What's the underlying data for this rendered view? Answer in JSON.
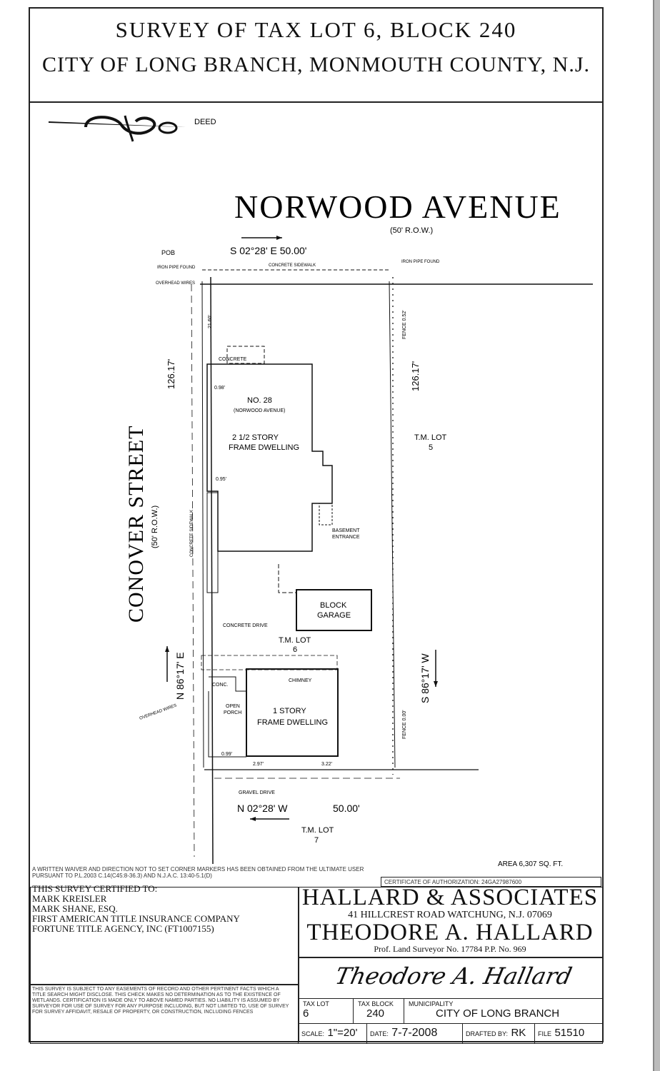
{
  "title": {
    "line1": "SURVEY OF TAX LOT 6, BLOCK 240",
    "line2": "CITY OF LONG BRANCH, MONMOUTH COUNTY, N.J."
  },
  "north_arrow": {
    "label": "DEED"
  },
  "streets": {
    "top": "NORWOOD AVENUE",
    "top_row": "(50' R.O.W.)",
    "left": "CONOVER STREET",
    "left_row": "(50' R.O.W.)"
  },
  "bearings": {
    "top": "S 02°28' E   50.00'",
    "bottom": "N 02°28' W",
    "bottom_dist": "50.00'",
    "left": "N 86°17' E",
    "right": "S 86°17' W",
    "left_dist": "126.17'",
    "right_dist": "126.17'"
  },
  "labels": {
    "pob": "POB",
    "iron_pipe_left": "IRON PIPE FOUND",
    "overhead_wires": "OVERHEAD WIRES",
    "concrete_sidewalk": "CONCRETE SIDEWALK",
    "iron_pipe_right": "IRON PIPE FOUND",
    "concrete": "CONCRETE",
    "dim_2160": "21.60'",
    "dim_098": "0.98'",
    "dim_095": "0.95'",
    "fence_052": "FENCE 0.52'",
    "house_no": "NO. 28",
    "house_street": "(NORWOOD AVENUE)",
    "house_type1": "2 1/2 STORY",
    "house_type2": "FRAME DWELLING",
    "lot5_1": "T.M. LOT",
    "lot5_2": "5",
    "concrete_sidewalk_side": "CONCRETE SIDEWALK",
    "basement1": "BASEMENT",
    "basement2": "ENTRANCE",
    "garage1": "BLOCK",
    "garage2": "GARAGE",
    "concrete_drive": "CONCRETE DRIVE",
    "lot6_1": "T.M. LOT",
    "lot6_2": "6",
    "chimney": "CHIMNEY",
    "conc": "CONC.",
    "open_porch1": "OPEN",
    "open_porch2": "PORCH",
    "small_house1": "1 STORY",
    "small_house2": "FRAME DWELLING",
    "fence_000": "FENCE 0.00'",
    "overhead_wires2": "OVERHEAD WIRES",
    "dim_099": "0.99'",
    "dim_297": "2.97'",
    "dim_322": "3.22'",
    "gravel_drive": "GRAVEL DRIVE",
    "lot7_1": "T.M. LOT",
    "lot7_2": "7",
    "area": "AREA 6,307 SQ. FT."
  },
  "waiver_note": "A WRITTEN WAIVER AND DIRECTION NOT TO SET CORNER MARKERS HAS BEEN OBTAINED FROM THE ULTIMATE USER PURSUANT TO P.L.2003 C.14(C45:8-36.3) AND N.J.A.C. 13:40-5.1(d)",
  "certificate_of_authorization": "CERTIFICATE OF AUTHORIZATION: 24GA27987600",
  "certification": {
    "heading": "THIS SURVEY CERTIFIED TO:",
    "lines": [
      "MARK KREISLER",
      "MARK SHANE, ESQ.",
      "FIRST AMERICAN TITLE INSURANCE COMPANY",
      "FORTUNE TITLE AGENCY, INC  (FT1007155)"
    ]
  },
  "disclaimer": "THIS SURVEY IS SUBJECT TO ANY EASEMENTS OF RECORD AND OTHER PERTINENT FACTS WHICH A TITLE SEARCH MIGHT DISCLOSE. THIS CHECK MAKES NO DETERMINATION AS TO THE EXISTENCE OF WETLANDS. CERTIFICATION IS MADE ONLY TO ABOVE NAMED PARTIES. NO LIABILITY IS ASSUMED BY SURVEYOR FOR USE OF SURVEY FOR ANY PURPOSE INCLUDING, BUT NOT LIMITED TO, USE OF SURVEY FOR SURVEY AFFIDAVIT, RESALE OF PROPERTY, OR CONSTRUCTION, INCLUDING FENCES",
  "firm": {
    "name": "HALLARD & ASSOCIATES",
    "address": "41 HILLCREST ROAD  WATCHUNG, N.J. 07069",
    "surveyor": "THEODORE A. HALLARD",
    "license": "Prof. Land Surveyor No. 17784   P.P. No. 969",
    "signature": "Theodore A. Hallard"
  },
  "record": {
    "tax_lot_label": "TAX LOT",
    "tax_lot": "6",
    "tax_block_label": "TAX BLOCK",
    "tax_block": "240",
    "municipality_label": "MUNICIPALITY",
    "municipality": "CITY OF LONG BRANCH",
    "scale_label": "SCALE:",
    "scale": "1\"=20'",
    "date_label": "DATE:",
    "date": "7-7-2008",
    "drafted_label": "DRAFTED BY:",
    "drafted": "RK",
    "file_label": "FILE",
    "file": "51510"
  }
}
